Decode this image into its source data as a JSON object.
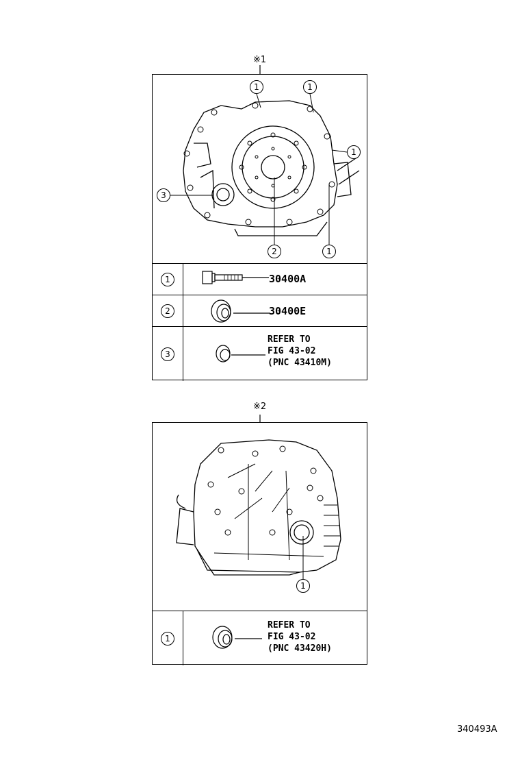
{
  "diagram_1": {
    "marker": "※1",
    "callouts": [
      "1",
      "1",
      "1",
      "1",
      "2",
      "3"
    ],
    "rows": [
      {
        "index": "1",
        "part": "30400A"
      },
      {
        "index": "2",
        "part": "30400E"
      },
      {
        "index": "3",
        "ref_line1": "REFER TO",
        "ref_line2": "FIG 43-02",
        "ref_line3": "(PNC 43410M)"
      }
    ]
  },
  "diagram_2": {
    "marker": "※2",
    "callouts": [
      "1"
    ],
    "rows": [
      {
        "index": "1",
        "ref_line1": "REFER TO",
        "ref_line2": "FIG 43-02",
        "ref_line3": "(PNC 43420H)"
      }
    ]
  },
  "figure_id": "340493A"
}
